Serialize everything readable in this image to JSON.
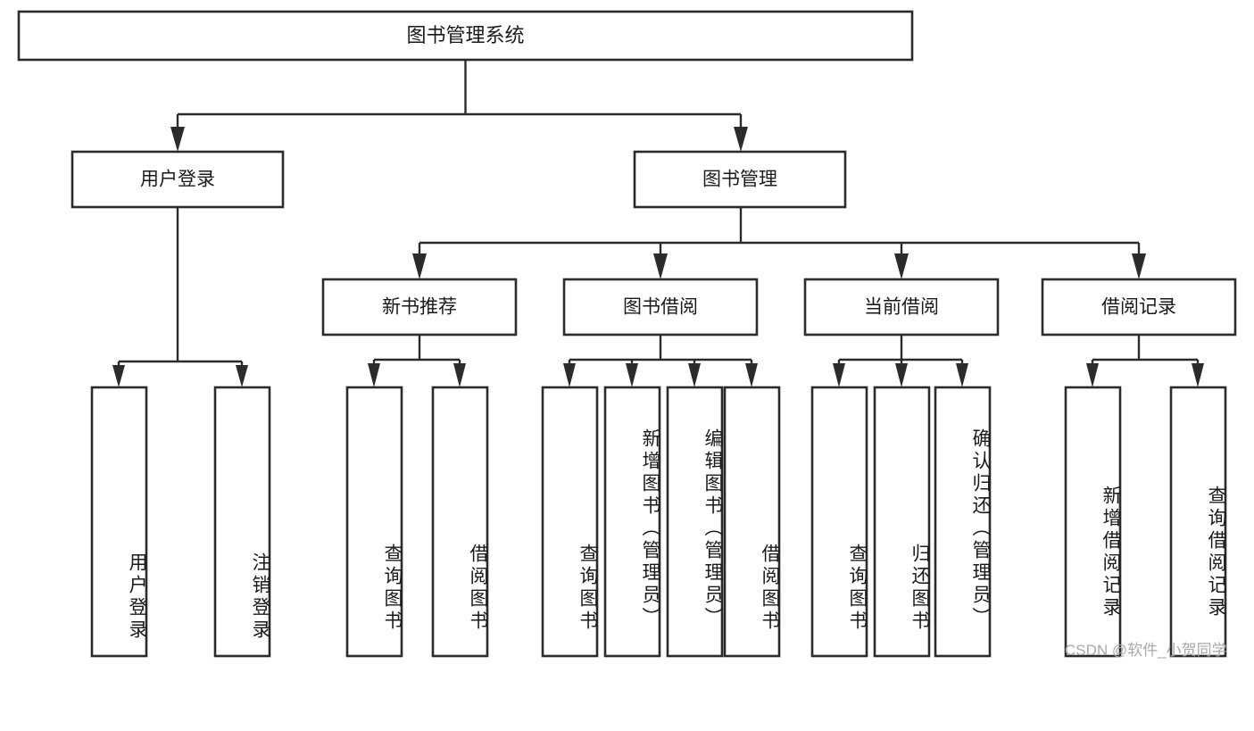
{
  "diagram": {
    "type": "hierarchy-tree",
    "title": "图书管理系统",
    "orientation": "top-down",
    "levels": 4,
    "root": {
      "id": "root",
      "label": "图书管理系统"
    },
    "level2": [
      {
        "id": "user-login",
        "label": "用户登录"
      },
      {
        "id": "book-management",
        "label": "图书管理"
      }
    ],
    "level3": [
      {
        "id": "new-book-recommend",
        "label": "新书推荐",
        "parent": "book-management"
      },
      {
        "id": "book-borrow",
        "label": "图书借阅",
        "parent": "book-management"
      },
      {
        "id": "current-borrow",
        "label": "当前借阅",
        "parent": "book-management"
      },
      {
        "id": "borrow-record",
        "label": "借阅记录",
        "parent": "book-management"
      }
    ],
    "leaves": [
      {
        "id": "leaf-user-login",
        "label": "用户登录",
        "parent": "user-login"
      },
      {
        "id": "leaf-logout",
        "label": "注销登录",
        "parent": "user-login"
      },
      {
        "id": "leaf-query-book-1",
        "label": "查询图书",
        "parent": "new-book-recommend"
      },
      {
        "id": "leaf-borrow-book-1",
        "label": "借阅图书",
        "parent": "new-book-recommend"
      },
      {
        "id": "leaf-query-book-2",
        "label": "查询图书",
        "parent": "book-borrow"
      },
      {
        "id": "leaf-add-book",
        "label": "新增图书（管理员）",
        "parent": "book-borrow"
      },
      {
        "id": "leaf-edit-book",
        "label": "编辑图书（管理员）",
        "parent": "book-borrow"
      },
      {
        "id": "leaf-borrow-book-2",
        "label": "借阅图书",
        "parent": "book-borrow"
      },
      {
        "id": "leaf-query-book-3",
        "label": "查询图书",
        "parent": "current-borrow"
      },
      {
        "id": "leaf-return-book",
        "label": "归还图书",
        "parent": "current-borrow"
      },
      {
        "id": "leaf-confirm-return",
        "label": "确认归还（管理员）",
        "parent": "current-borrow"
      },
      {
        "id": "leaf-add-record",
        "label": "新增借阅记录",
        "parent": "borrow-record"
      },
      {
        "id": "leaf-query-record",
        "label": "查询借阅记录",
        "parent": "borrow-record"
      }
    ],
    "colors": {
      "box_stroke": "#2b2b2b",
      "box_fill": "#ffffff",
      "connector": "#2b2b2b",
      "text": "#1a1a1a",
      "background": "#ffffff",
      "watermark": "#a8a8a8"
    }
  },
  "watermark": {
    "text": "CSDN @软件_小贺同学"
  }
}
